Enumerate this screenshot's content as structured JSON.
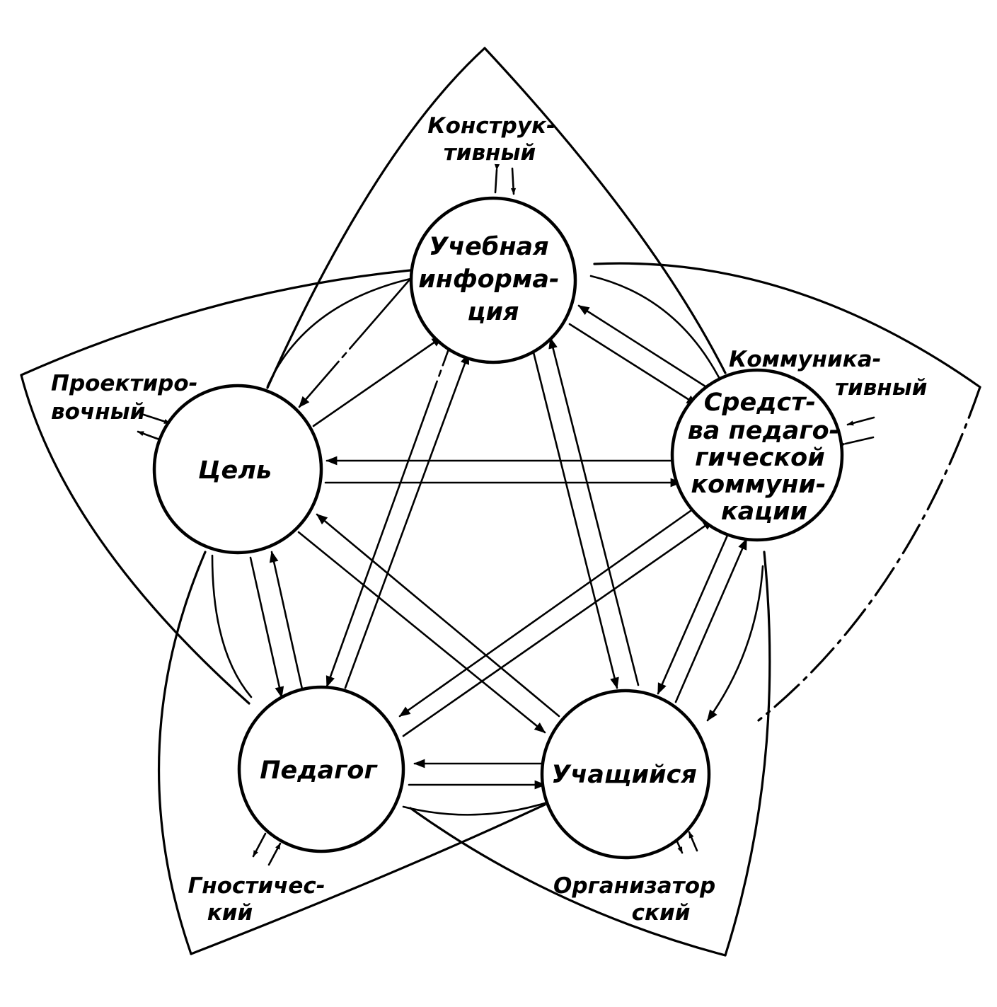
{
  "nodes": {
    "info": {
      "lines": [
        "Учебная",
        "информа-",
        "ция"
      ]
    },
    "goal": {
      "lines": [
        "Цель"
      ]
    },
    "means": {
      "lines": [
        "Средст-",
        "ва педаго-",
        "гической",
        "коммуни-",
        "кации"
      ]
    },
    "teacher": {
      "lines": [
        "Педагог"
      ]
    },
    "student": {
      "lines": [
        "Учащийся"
      ]
    }
  },
  "functions": {
    "constructive": {
      "lines": [
        "Конструк-",
        "тивный"
      ]
    },
    "design": {
      "lines": [
        "Проектиро-",
        "вочный"
      ]
    },
    "communicative": {
      "lines": [
        "Коммуника-",
        "тивный"
      ]
    },
    "gnostic": {
      "lines": [
        "Гностичес-",
        "кий"
      ]
    },
    "organizational": {
      "lines": [
        "Организатор",
        "ский"
      ]
    }
  }
}
